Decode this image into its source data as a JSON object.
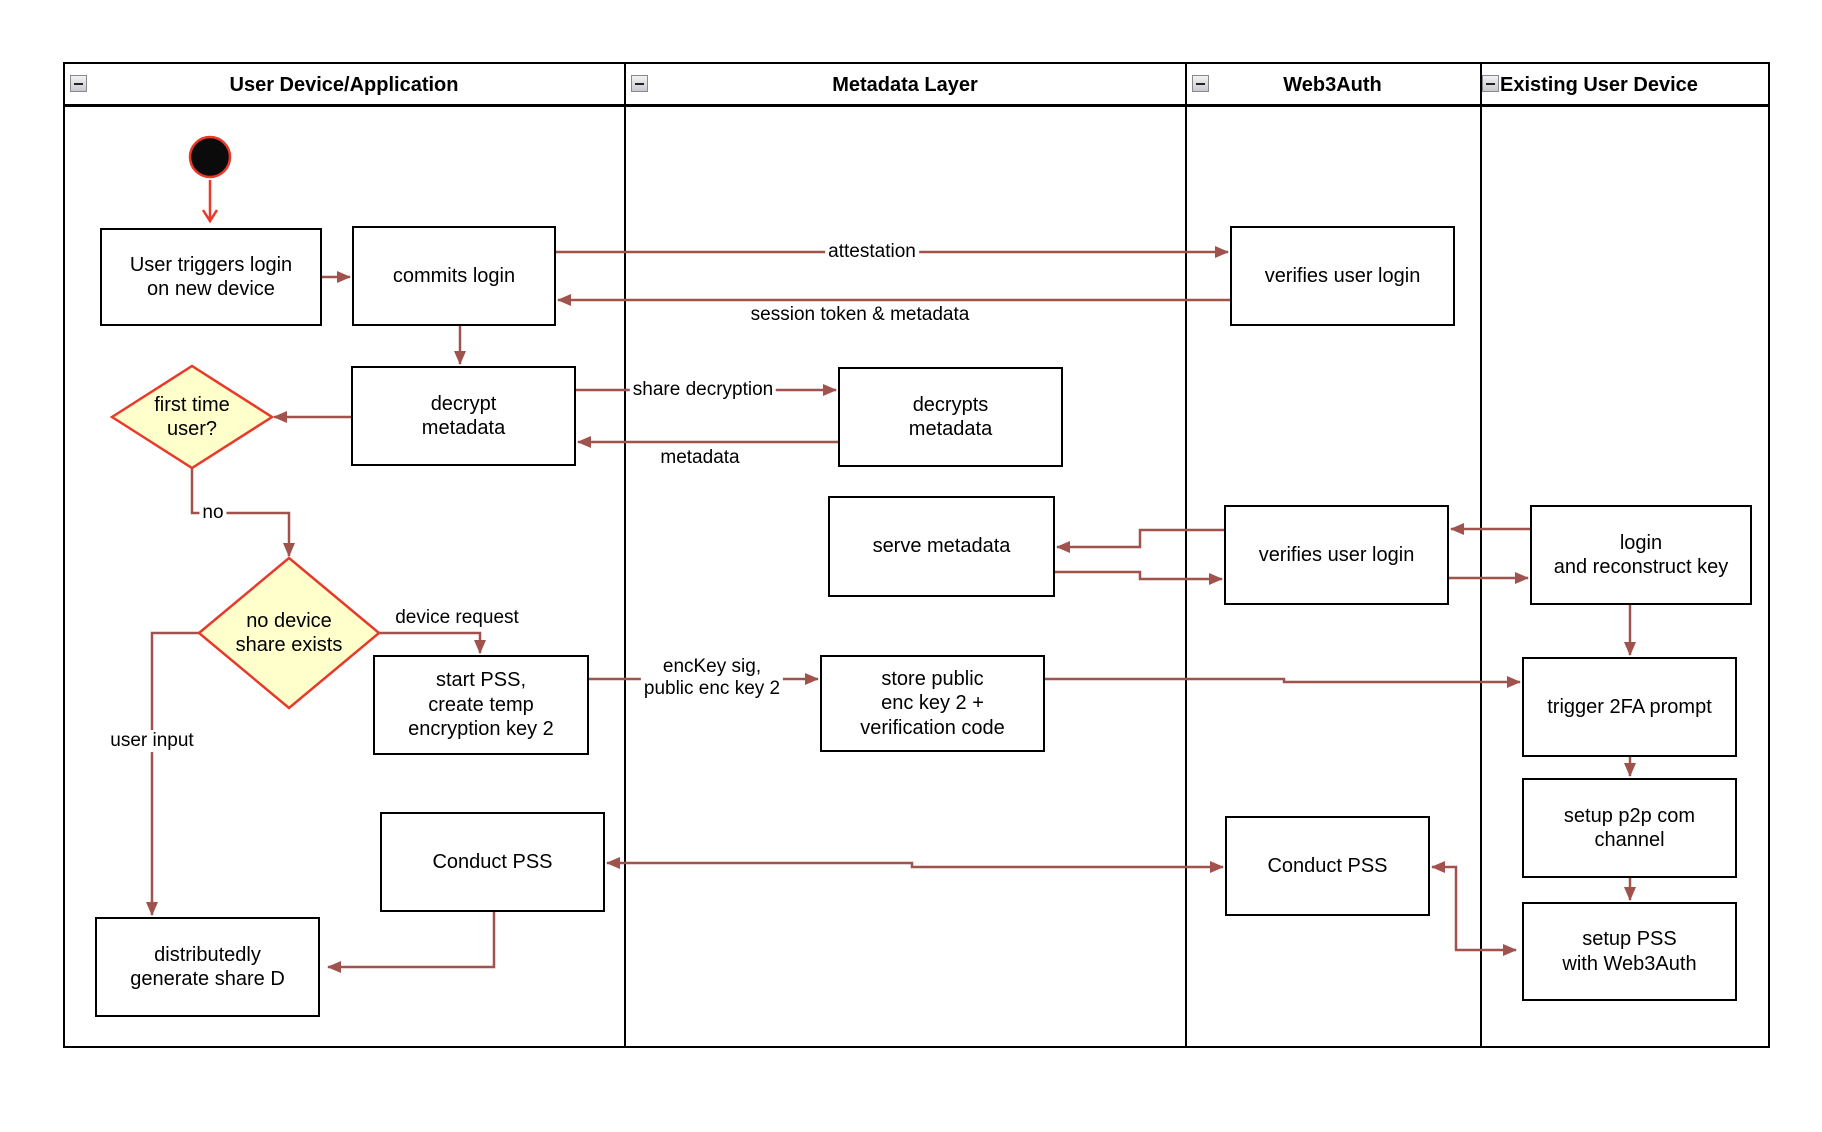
{
  "lanes": [
    {
      "label": "User Device/Application"
    },
    {
      "label": "Metadata Layer"
    },
    {
      "label": "Web3Auth"
    },
    {
      "label": "Existing User Device"
    }
  ],
  "nodes": {
    "user_triggers": {
      "label": "User triggers login\non new device"
    },
    "commits_login": {
      "label": "commits login"
    },
    "verifies_top": {
      "label": "verifies user login"
    },
    "decrypt_metadata": {
      "label": "decrypt\nmetadata"
    },
    "decrypts_metadata": {
      "label": "decrypts\nmetadata"
    },
    "serve_metadata": {
      "label": "serve metadata"
    },
    "verifies_mid": {
      "label": "verifies user login"
    },
    "login_reconstruct": {
      "label": "login\nand reconstruct key"
    },
    "start_pss": {
      "label": "start PSS,\ncreate temp\nencryption key 2"
    },
    "store_public": {
      "label": "store public\nenc key 2 +\nverification code"
    },
    "trigger_2fa": {
      "label": "trigger 2FA prompt"
    },
    "setup_p2p": {
      "label": "setup p2p com\nchannel"
    },
    "setup_pss": {
      "label": "setup PSS\nwith Web3Auth"
    },
    "conduct_left": {
      "label": "Conduct PSS"
    },
    "conduct_web3": {
      "label": "Conduct PSS"
    },
    "dist_gen": {
      "label": "distributedly\ngenerate share D"
    }
  },
  "decisions": {
    "first_time": {
      "label": "first time\nuser?"
    },
    "no_device": {
      "label": "no device\nshare exists"
    }
  },
  "edge_labels": {
    "attestation": "attestation",
    "session_token": "session token & metadata",
    "share_decryption": "share decryption",
    "metadata": "metadata",
    "no": "no",
    "device_request": "device request",
    "user_input": "user input",
    "enc_key": "encKey sig,\npublic enc key 2"
  },
  "colors": {
    "connector": "#a0524d",
    "highlight_red": "#e8392b",
    "decision_fill": "#ffffcc",
    "box_border": "#000000"
  }
}
